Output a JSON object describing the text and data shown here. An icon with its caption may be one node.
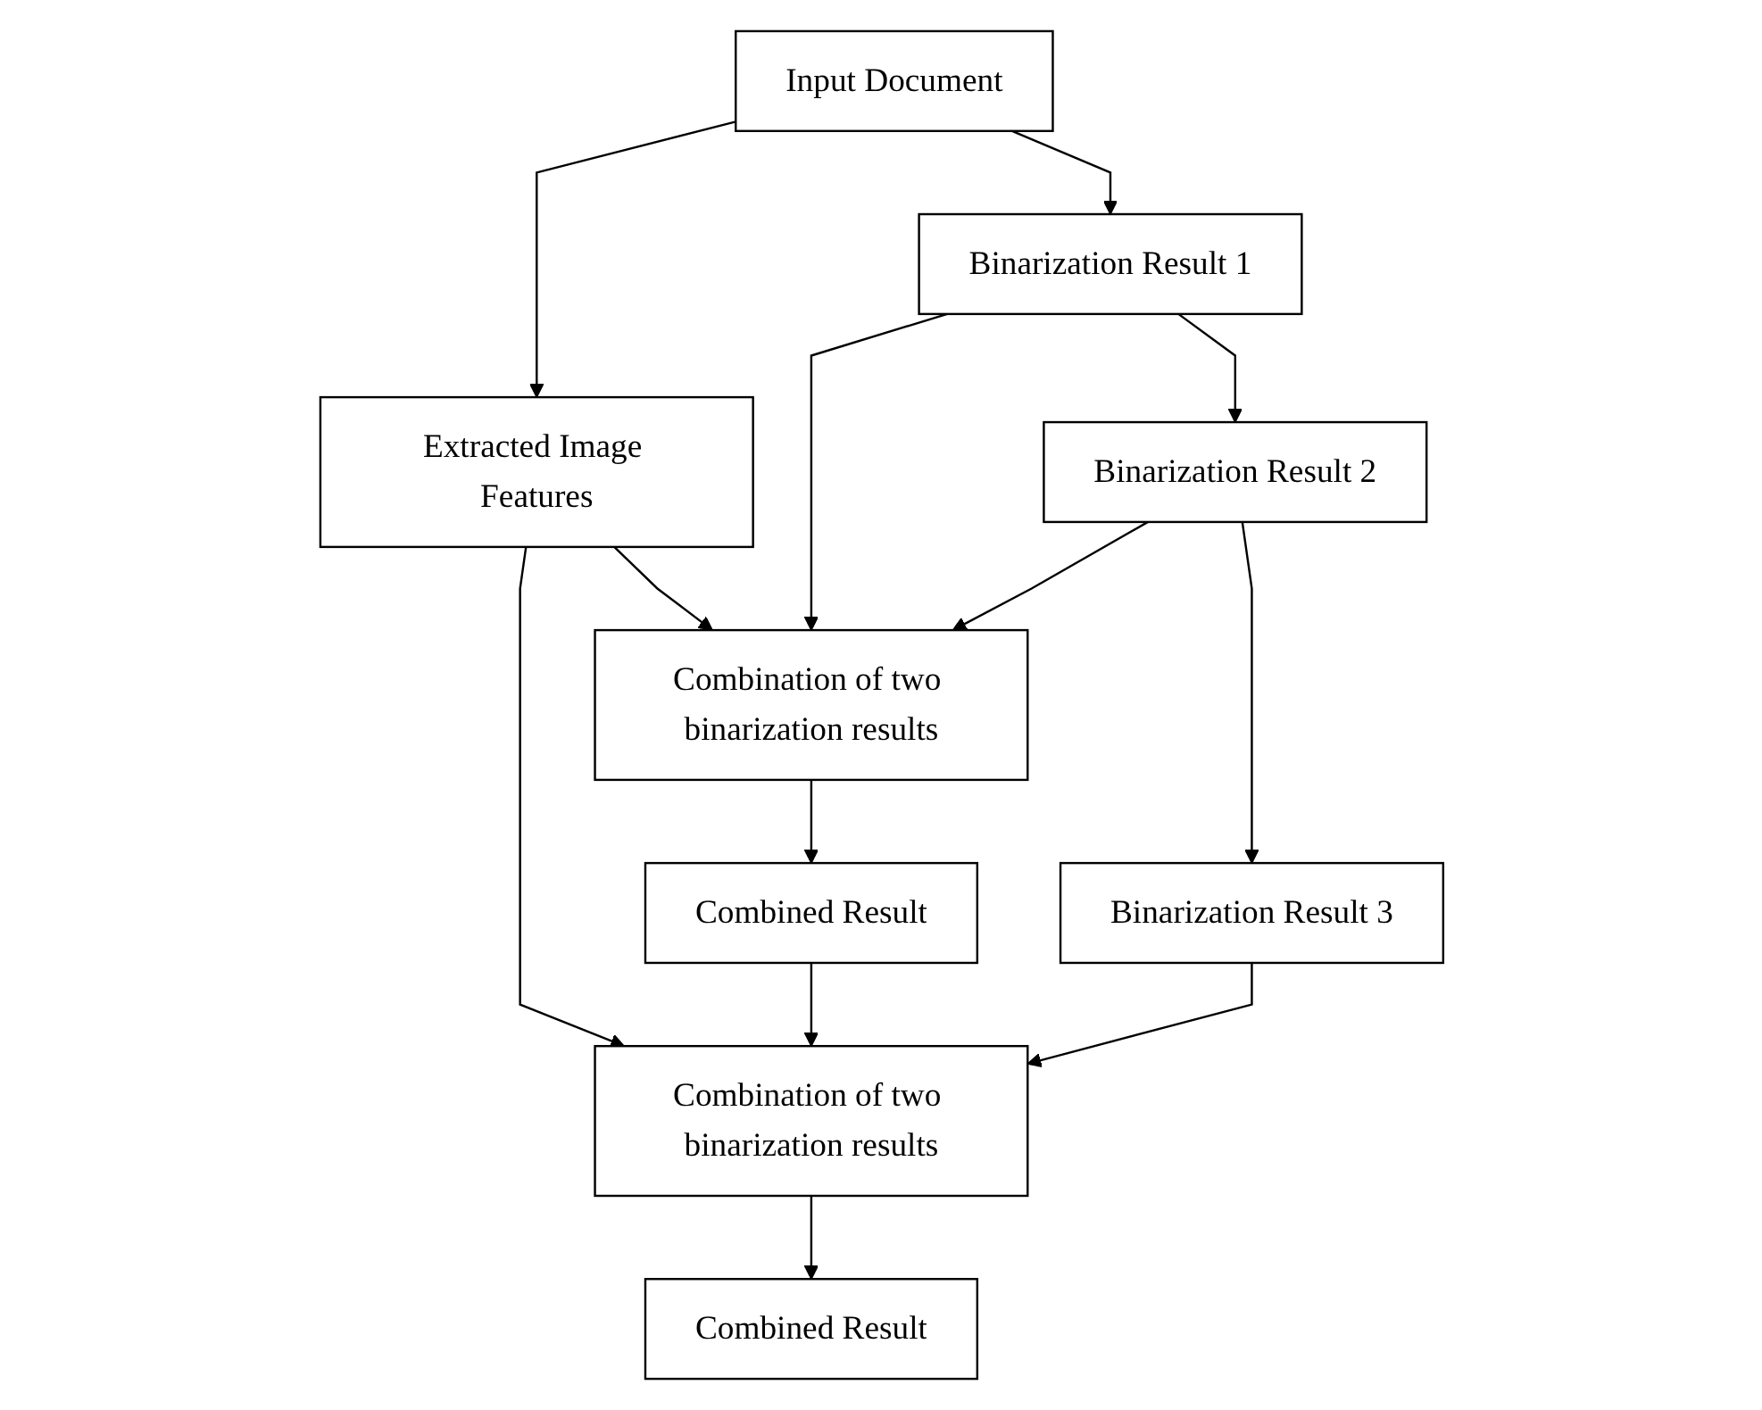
{
  "diagram": {
    "nodes": [
      {
        "text": [
          "Input Document"
        ]
      },
      {
        "text": [
          "Extracted Image Features"
        ]
      },
      {
        "text": [
          "Binarization Result 1"
        ]
      },
      {
        "text": [
          "Binarization Result 2"
        ]
      },
      {
        "text": [
          "Combination of two binarization results"
        ]
      },
      {
        "text": [
          "Combined Result"
        ]
      },
      {
        "text": [
          "Binarization Result 3"
        ]
      },
      {
        "text": [
          "Combination of two binarization results"
        ]
      },
      {
        "text": [
          "Combined Result"
        ]
      }
    ],
    "edges": [
      {
        "from": 0,
        "to": 1,
        "arrow": "to"
      },
      {
        "from": 0,
        "to": 2,
        "arrow": "to"
      },
      {
        "from": 1,
        "to": 4,
        "arrow": "to"
      },
      {
        "from": 1,
        "to": 7,
        "arrow": "to"
      },
      {
        "from": 2,
        "to": 3,
        "arrow": "to"
      },
      {
        "from": 2,
        "to": 4,
        "arrow": "to"
      },
      {
        "from": 3,
        "to": 4,
        "arrow": "to"
      },
      {
        "from": 3,
        "to": 6,
        "arrow": "to"
      },
      {
        "from": 4,
        "to": 5,
        "arrow": "to"
      },
      {
        "from": 5,
        "to": 7,
        "arrow": "to"
      },
      {
        "from": 6,
        "to": 7,
        "arrow": "to"
      },
      {
        "from": 7,
        "to": 8,
        "arrow": "to"
      }
    ]
  }
}
